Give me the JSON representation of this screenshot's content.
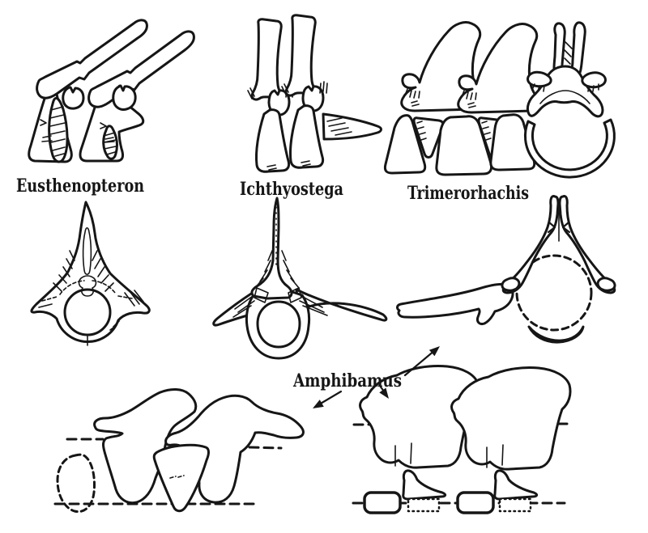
{
  "figure": {
    "background_color": "#ffffff",
    "ink_color": "#161616",
    "specimens": [
      {
        "id": "eusthenopteron",
        "label": "Eusthenopteron"
      },
      {
        "id": "ichthyostega",
        "label": "Ichthyostega"
      },
      {
        "id": "trimerorhachis",
        "label": "Trimerorhachis"
      },
      {
        "id": "amphibamus",
        "label": "Amphibamus"
      }
    ],
    "arrows": [
      {
        "name": "arrow-up-right-icon",
        "points_to": "amphibamus-anterior-vertebra"
      },
      {
        "name": "arrow-down-left-icon",
        "points_to": "amphibamus-lateral-left-drawing"
      },
      {
        "name": "arrow-down-right-icon",
        "points_to": "amphibamus-lateral-right-drawing"
      }
    ]
  }
}
